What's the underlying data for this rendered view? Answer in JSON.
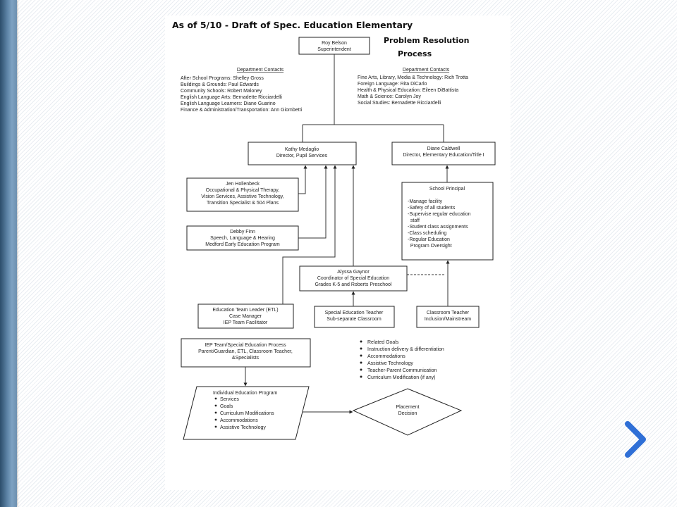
{
  "slide": {
    "next_icon": "chevron-right-icon",
    "accent_color": "#2f6fd6"
  },
  "doc": {
    "title_line1": "As of 5/10  -  Draft of Spec. Education Elementary",
    "title_line2": "Problem Resolution",
    "title_line3": "Process",
    "superintendent": {
      "name": "Roy Belson",
      "role": "Superintendent"
    },
    "contacts_left": {
      "heading": "Department Contacts",
      "items": [
        "After School Programs:  Shelley Gross",
        "Buildings & Grounds:  Paul Edwards",
        "Community Schools:  Robert Maloney",
        "English Language Arts:  Bernadette Ricciardelli",
        "English Language Learners:  Diane Guarino",
        "Finance & Administration/Transportation:  Ann Giombetti"
      ]
    },
    "contacts_right": {
      "heading": "Department Contacts",
      "items": [
        "Fine Arts, Library, Media & Technology:  Rich Trotta",
        "Foreign Language:  Rita DiCarlo",
        "Health & Physical Education:  Eileen DiBattista",
        "Math & Science:  Carolyn Joy",
        "Social Studies:  Bernadette Ricciardelli"
      ]
    },
    "pupil_services": {
      "name": "Kathy Medaglio",
      "role": "Director, Pupil Services"
    },
    "elementary_ed": {
      "name": "Diane Caldwell",
      "role": "Director, Elementary Education/Title I"
    },
    "hollenbeck": {
      "name": "Jen Hollenbeck",
      "line1": "Occupational & Physical Therapy,",
      "line2": "Vision Services, Assistive Technology,",
      "line3": "Transition Specialist & 504 Plans"
    },
    "finn": {
      "name": "Debby Finn",
      "line1": "Speech, Language & Hearing",
      "line2": "Medford Early Education Program"
    },
    "principal": {
      "title": "School Principal",
      "items": [
        "-Manage facility",
        "-Safety of all students",
        "-Supervise regular education",
        "  staff",
        "-Student class assignments",
        "-Class scheduling",
        "-Regular Education",
        "  Program Oversight"
      ]
    },
    "gaynor": {
      "name": "Alyssa Gaynor",
      "line1": "Coordinator of Special Education",
      "line2": "Grades K-5 and Roberts Preschool"
    },
    "etl": {
      "line1": "Education Team Leader (ETL)",
      "line2": "Case Manager",
      "line3": "IEP Team Facilitator"
    },
    "sped_teacher": {
      "line1": "Special Education Teacher",
      "line2": "Sub-separate Classroom"
    },
    "classroom_teacher": {
      "line1": "Classroom Teacher",
      "line2": "Inclusion/Mainstream"
    },
    "iep_team": {
      "line1": "IEP Team/Special Education Process",
      "line2": "Parent/Guardian, ETL, Classroom Teacher,",
      "line3": "&Specialists"
    },
    "bullets_right": [
      "Related Goals",
      "Instruction delivery & differentiation",
      "Accommodations",
      "Assistive Technology",
      "Teacher-Parent Communication",
      "Curriculum Modification (if any)"
    ],
    "iep": {
      "title": "Individual Education Program",
      "items": [
        "Services",
        "Goals",
        "Curriculum Modifications",
        "Accommodations",
        "Assistive Technology"
      ]
    },
    "placement": {
      "line1": "Placement",
      "line2": "Decision"
    }
  }
}
